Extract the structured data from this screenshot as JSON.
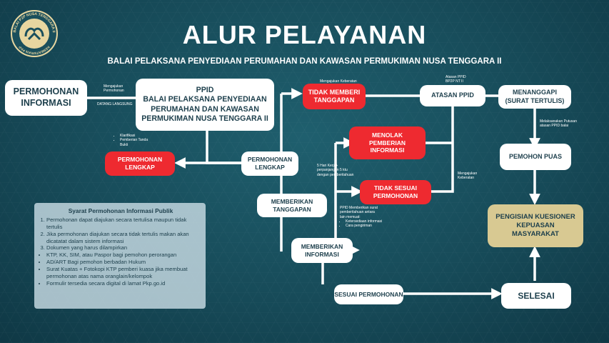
{
  "header": {
    "title": "ALUR PELAYANAN",
    "subtitle": "BALAI PELAKSANA PENYEDIAAN PERUMAHAN DAN KAWASAN PERMUKIMAN NUSA TENGGARA II",
    "logo_text": "BALAI P2P NUSA TENGGARA II",
    "logo_text_bottom": "KEMENTERIAN PKP"
  },
  "nodes": {
    "permohonan_informasi": [
      "PERMOHONAN",
      "INFORMASI"
    ],
    "ppid": [
      "PPID",
      "BALAI PELAKSANA PENYEDIAAN",
      "PERUMAHAN DAN KAWASAN",
      "PERMUKIMAN NUSA TENGGARA II"
    ],
    "tidak_memberi_tanggapan": [
      "TIDAK MEMBERI",
      "TANGGAPAN"
    ],
    "atasan_ppid": [
      "ATASAN PPID"
    ],
    "menanggapi": [
      "MENANGGAPI",
      "(SURAT TERTULIS)"
    ],
    "menolak_pemberian_informasi": [
      "MENOLAK",
      "PEMBERIAN",
      "INFORMASI"
    ],
    "permohonan_lengkap_center": [
      "PERMOHONAN",
      "LENGKAP"
    ],
    "permohonan_lengkap_red": [
      "PERMOHONAN",
      "LENGKAP"
    ],
    "pemohon_puas": [
      "PEMOHON PUAS"
    ],
    "tidak_sesuai_permohonan": [
      "TIDAK SESUAI",
      "PERMOHONAN"
    ],
    "memberikan_tanggapan": [
      "MEMBERIKAN",
      "TANGGAPAN"
    ],
    "pengisian_kuesioner": [
      "PENGISIAN KUESIONER",
      "KEPUASAN",
      "MASYARAKAT"
    ],
    "memberikan_informasi": [
      "MEMBERIKAN",
      "INFORMASI"
    ],
    "sesuai_permohonan": [
      "SESUAI PERMOHONAN"
    ],
    "selesai": [
      "SELESAI"
    ]
  },
  "notes": {
    "mengajukan_permohonan": [
      "Mengajukan",
      "Permohonan"
    ],
    "datang_langsung": [
      "DATANG LANGSUNG"
    ],
    "mengajukan_keberatan_top": [
      "Mengajukan Keberatan"
    ],
    "atasan_ppid_label": [
      "Atasan PPID",
      "BP2P NT II"
    ],
    "melaksanakan_putusan": [
      "Melaksanakan Putusan",
      "atasan PPID balai"
    ],
    "klarifikasi": [
      "Klarifikasi",
      "Pemberian Tanda",
      "Bukti"
    ],
    "lima_hari": [
      "5 Hari Kerja+",
      "perpanjangan 5 ktu",
      "dengan pemberitahuan"
    ],
    "mengajukan_keberatan_right": [
      "Mengajukan",
      "Keberatan"
    ],
    "ppid_memberikan_surat": [
      "PPID Memberikan surat",
      "pemberitahuan antara",
      "lain memuat:"
    ],
    "ppid_memberikan_surat_items": [
      "Ketersediaan informasi",
      "Cara pengiriman"
    ]
  },
  "requirements": {
    "title": "Syarat Permohonan Informasi Publik",
    "numbered": [
      "Permohonan dapat diajukan secara tertulisa maupun tidak tertulis",
      "Jika permohonan diajukan secara tidak tertulis makan akan dicatatat dalam sistem informasi",
      "Dokumen yang harus dilampirkan"
    ],
    "bullets": [
      "KTP, KK, SIM, atau Paspor bagi pemohon perorangan",
      "AD/ART Bagi pemohon berbadan Hukum",
      "Surat Kuatas + Fotokopi KTP pemberi kuasa jika membuat permohonan atas nama oranglain/kelompok",
      "Formulir tersedia secara digital di lamat Pkp.go.id"
    ]
  },
  "colors": {
    "background": "#174b59",
    "white_box": "#ffffff",
    "red_box": "#ee2a30",
    "gold_box": "#d8c992",
    "text_dark": "#1d3f4c"
  }
}
